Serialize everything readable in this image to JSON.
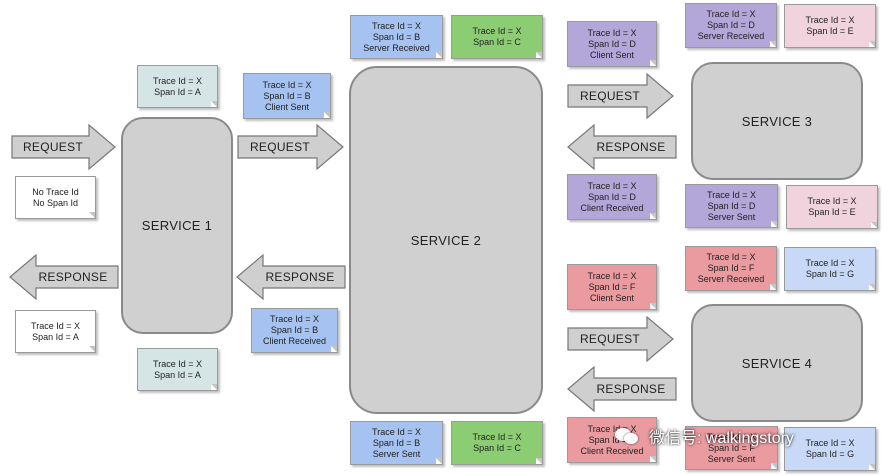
{
  "colors": {
    "service_fill": "#d0d0d0",
    "arrow_fill": "#cfcfcf",
    "arrow_stroke": "#777777",
    "teal_note": "#d5e5e6",
    "blue_note": "#a5c2f0",
    "green_note": "#8ccd73",
    "purple_note": "#b3a6d8",
    "pink_note": "#f0d3dc",
    "red_note": "#ea9ba0",
    "lightblue_note": "#c7d9f7",
    "white_note": "#ffffff"
  },
  "services": {
    "s1": "SERVICE 1",
    "s2": "SERVICE 2",
    "s3": "SERVICE 3",
    "s4": "SERVICE 4"
  },
  "arrows": {
    "request": "REQUEST",
    "response": "RESPONSE"
  },
  "notes": {
    "n_no_trace": [
      "No Trace Id",
      "No Span Id"
    ],
    "n_client_resp": [
      "Trace Id = X",
      "Span Id = A"
    ],
    "n_s1_top": [
      "Trace Id = X",
      "Span Id = A"
    ],
    "n_s1_bottom": [
      "Trace Id = X",
      "Span Id = A"
    ],
    "n_b_client_sent": [
      "Trace Id = X",
      "Span Id = B",
      "Client Sent"
    ],
    "n_b_client_received": [
      "Trace Id = X",
      "Span Id = B",
      "Client Received"
    ],
    "n_b_server_received": [
      "Trace Id = X",
      "Span Id = B",
      "Server Received"
    ],
    "n_c_top": [
      "Trace Id = X",
      "Span Id = C"
    ],
    "n_b_server_sent": [
      "Trace Id = X",
      "Span Id = B",
      "Server Sent"
    ],
    "n_c_bottom": [
      "Trace Id = X",
      "Span Id = C"
    ],
    "n_d_client_sent": [
      "Trace Id = X",
      "Span Id = D",
      "Client Sent"
    ],
    "n_d_client_received": [
      "Trace Id = X",
      "Span Id = D",
      "Client Received"
    ],
    "n_d_server_received": [
      "Trace Id = X",
      "Span Id = D",
      "Server Received"
    ],
    "n_e_top": [
      "Trace Id = X",
      "Span Id = E"
    ],
    "n_d_server_sent": [
      "Trace Id = X",
      "Span Id = D",
      "Server Sent"
    ],
    "n_e_bottom": [
      "Trace Id = X",
      "Span Id = E"
    ],
    "n_f_client_sent": [
      "Trace Id = X",
      "Span Id = F",
      "Client Sent"
    ],
    "n_f_client_received": [
      "Trace Id = X",
      "Span Id = F",
      "Client Received"
    ],
    "n_f_server_received": [
      "Trace Id = X",
      "Span Id = F",
      "Server Received"
    ],
    "n_g_top": [
      "Trace Id = X",
      "Span Id = G"
    ],
    "n_f_server_sent": [
      "Trace Id = X",
      "Span Id = F",
      "Server Sent"
    ],
    "n_g_bottom": [
      "Trace Id = X",
      "Span Id = G"
    ]
  },
  "watermark": "微信号: walkingstory"
}
